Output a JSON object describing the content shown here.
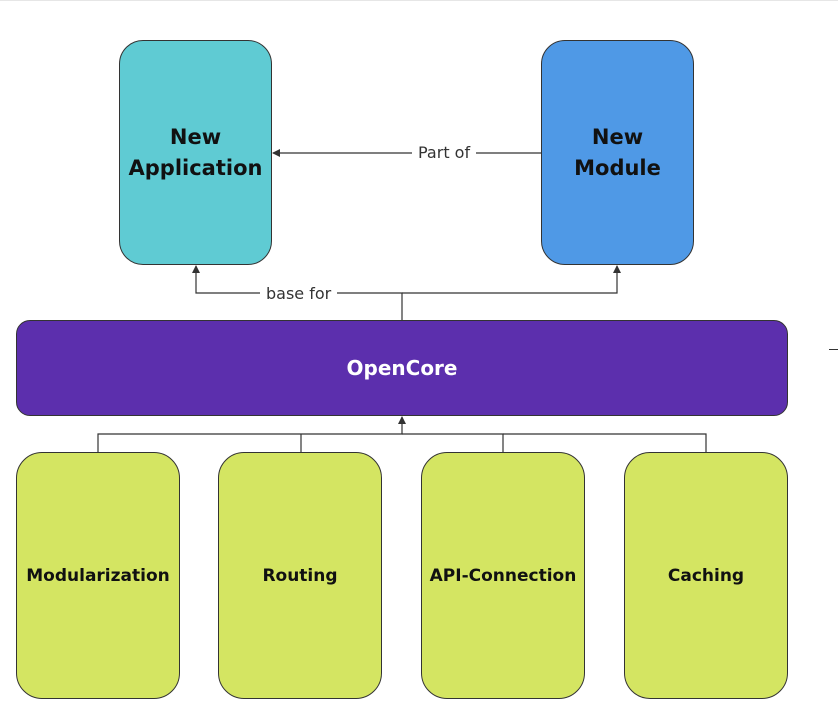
{
  "nodes": {
    "new_application": "New\nApplication",
    "new_module": "New\nModule",
    "opencore": "OpenCore",
    "features": [
      "Modularization",
      "Routing",
      "API-Connection",
      "Caching"
    ]
  },
  "edges": {
    "part_of": "Part of",
    "base_for": "base for"
  },
  "colors": {
    "application": "#5fcbd3",
    "module": "#4f99e6",
    "core": "#5c2fad",
    "feature": "#d4e562",
    "line": "#333333"
  }
}
